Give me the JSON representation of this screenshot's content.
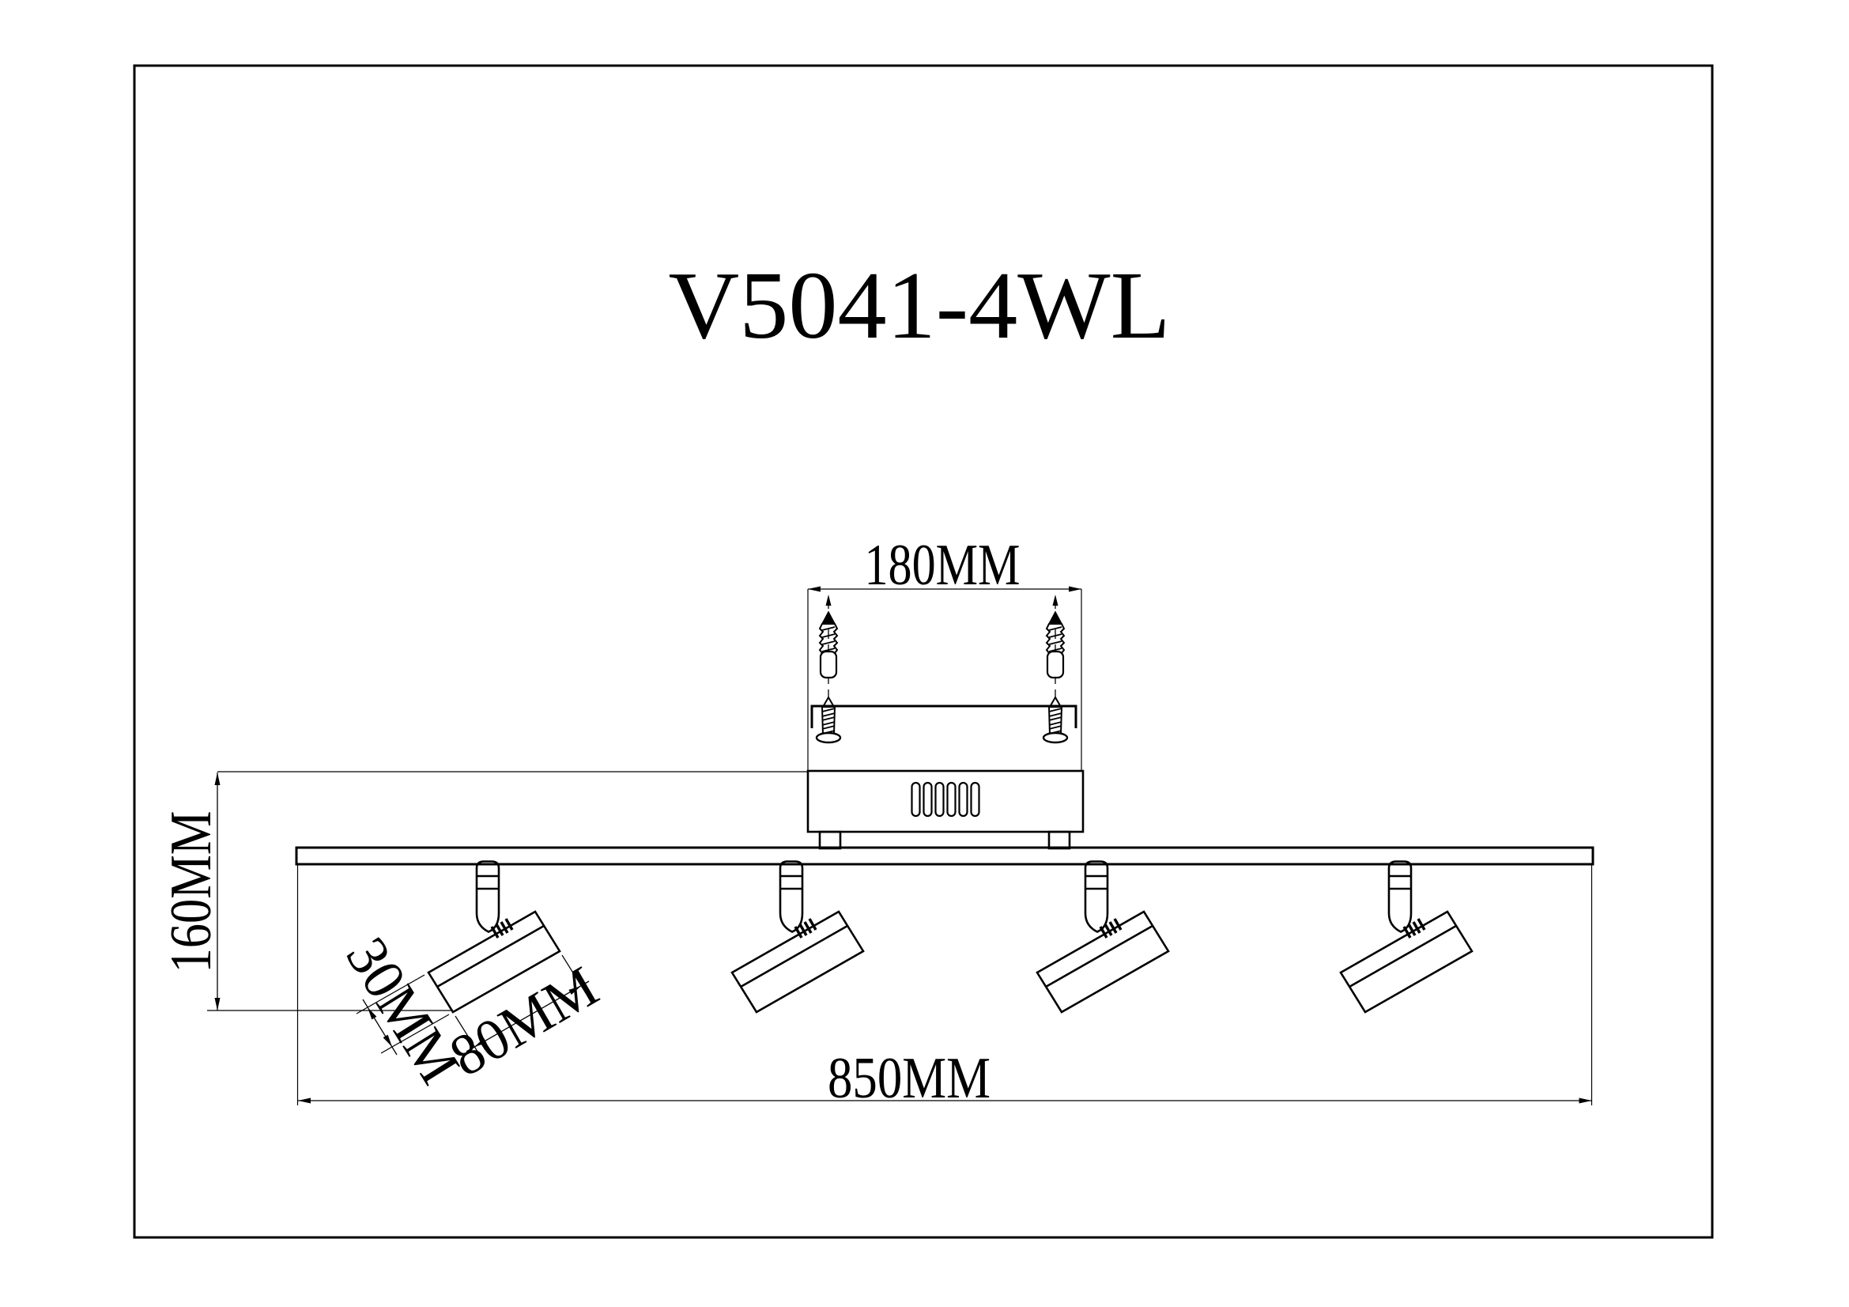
{
  "title": "V5041-4WL",
  "colors": {
    "ink": "#000000",
    "paper": "#ffffff"
  },
  "dimensions": {
    "mounting_hole_spacing": "180MM",
    "fixture_height": "160MM",
    "spot_head_diameter": "30MM",
    "spot_head_length": "80MM",
    "bar_length": "850MM"
  },
  "fixture": {
    "model": "V5041-4WL",
    "spotlight_count": 4,
    "vent_slot_count": 6,
    "mounting_screw_count": 2
  }
}
